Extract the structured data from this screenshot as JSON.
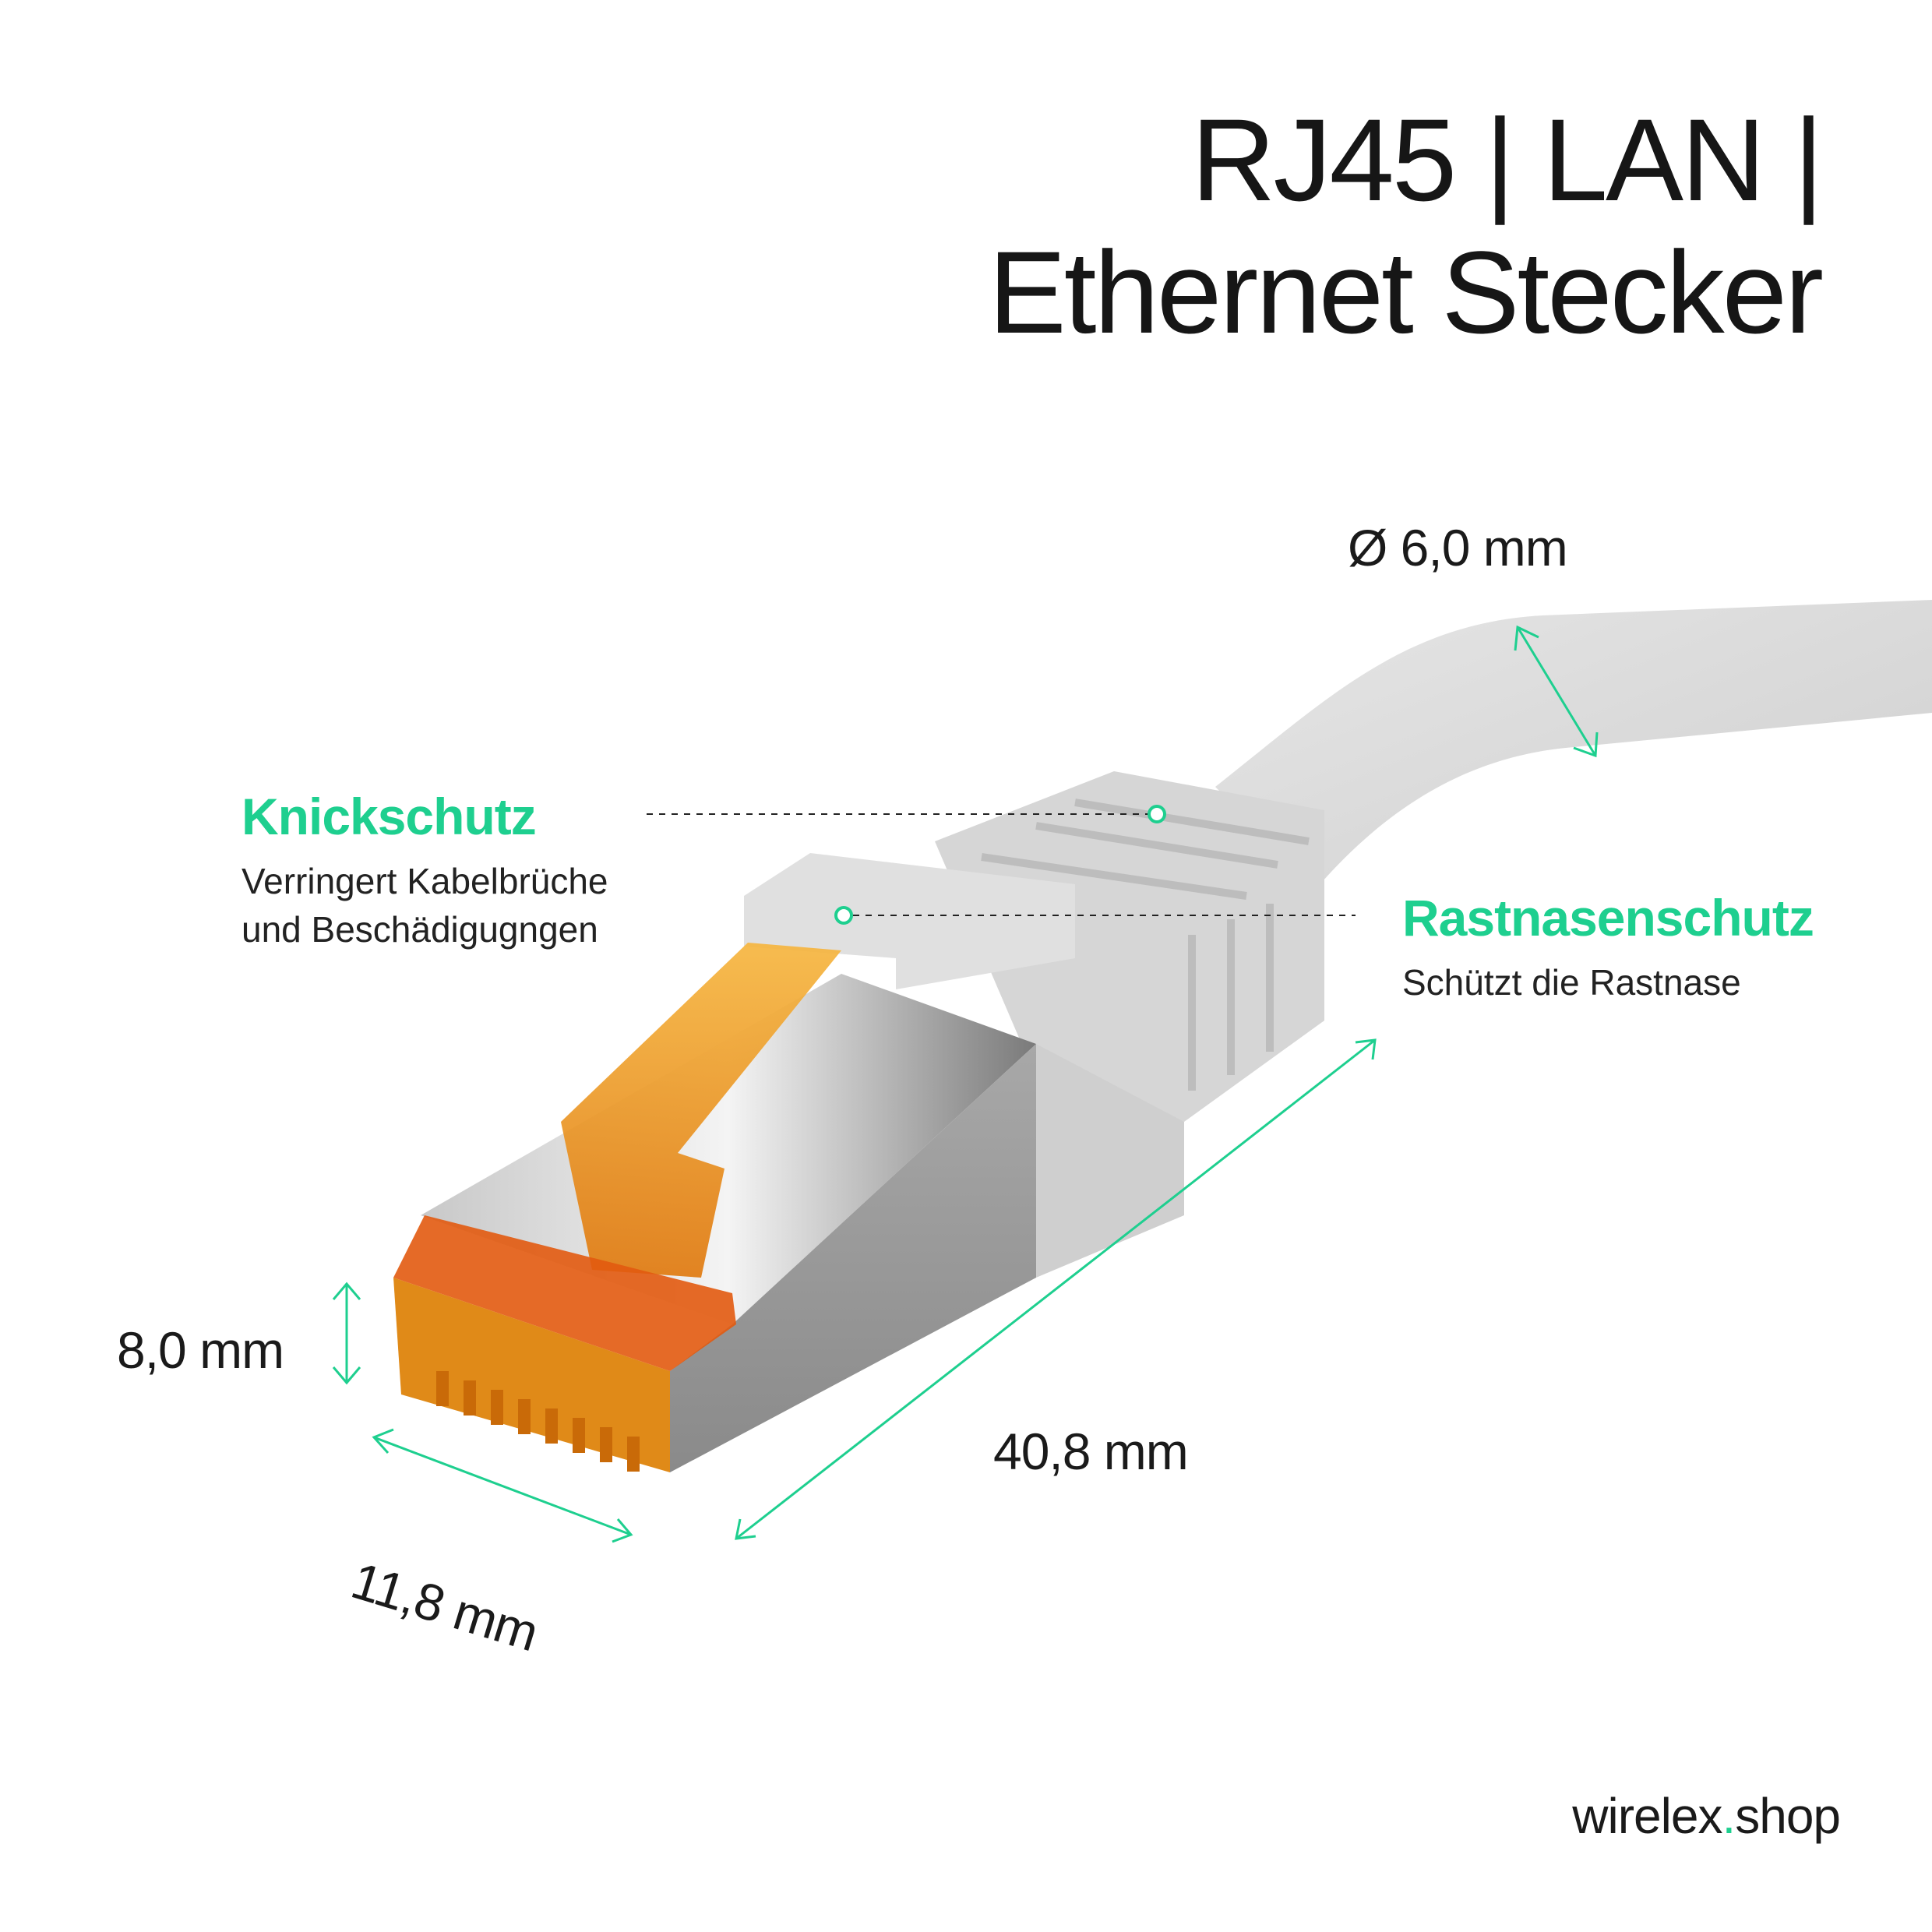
{
  "title": {
    "line1": "RJ45 | LAN |",
    "line2": "Ethernet Stecker"
  },
  "features": {
    "knickschutz": {
      "title": "Knickschutz",
      "desc_line1": "Verringert Kabelbrüche",
      "desc_line2": "und Beschädigugngen"
    },
    "rastnasenschutz": {
      "title": "Rastnasenschutz",
      "desc_line1": "Schützt die Rastnase"
    }
  },
  "dimensions": {
    "cable_diameter": "Ø 6,0 mm",
    "height": "8,0 mm",
    "width": "11,8 mm",
    "length": "40,8 mm"
  },
  "brand": {
    "name": "wirelex",
    "dot": ".",
    "tld": "shop"
  },
  "colors": {
    "accent": "#1ecf8f",
    "cable": "#dcdcdc",
    "boot": "#d9d9d9",
    "shield": "#9a9a9a",
    "insert": "#f0a020"
  }
}
